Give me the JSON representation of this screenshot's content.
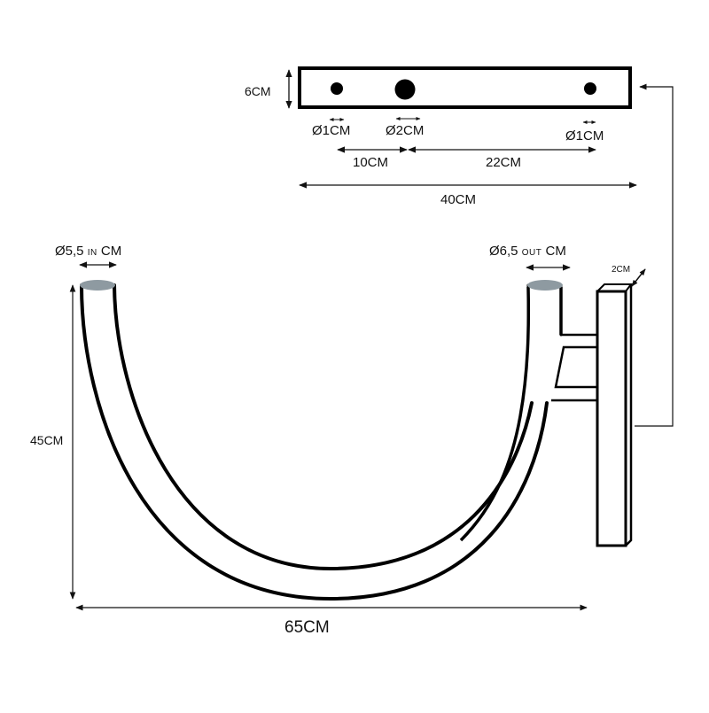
{
  "canopy": {
    "height_label": "6CM",
    "holes": [
      {
        "label": "Ø1CM"
      },
      {
        "label": "Ø2CM"
      },
      {
        "label": "Ø1CM"
      }
    ],
    "spacing_left": "10CM",
    "spacing_right": "22CM",
    "total_width": "40CM"
  },
  "lamp": {
    "left_end": {
      "prefix": "Ø5,5",
      "tag": "IN",
      "unit": "CM"
    },
    "right_end": {
      "prefix": "Ø6,5",
      "tag": "OUT",
      "unit": "CM"
    },
    "height_label": "45CM",
    "width_label": "65CM"
  },
  "bracket": {
    "depth_label": "2CM"
  },
  "colors": {
    "stroke": "#000000",
    "cap_fill": "#8e9aa1",
    "background": "#ffffff"
  }
}
